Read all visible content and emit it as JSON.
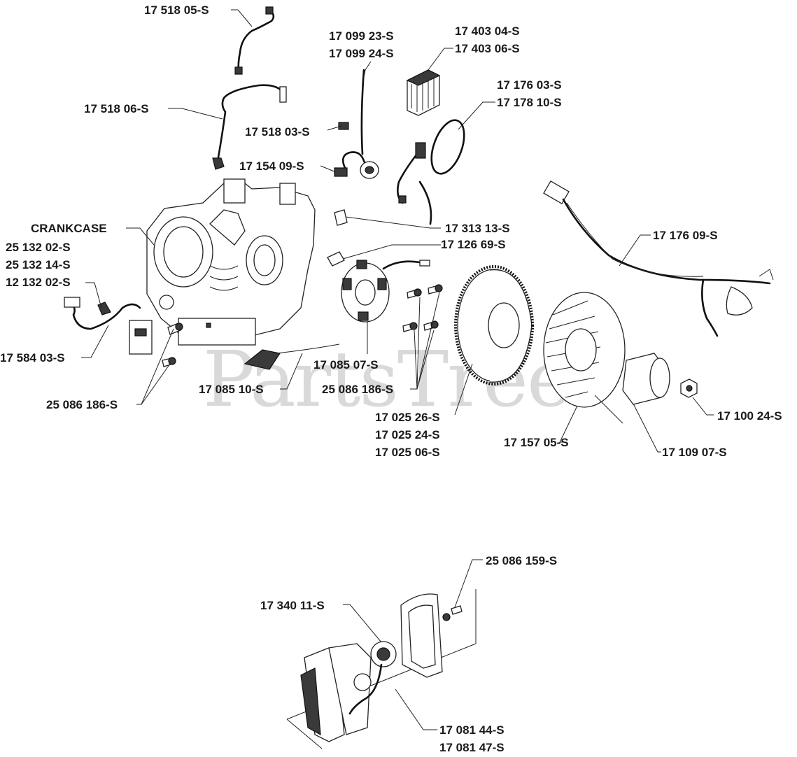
{
  "watermark": "PartsTree",
  "labels": [
    "17 518 05-S",
    "17 099 23-S",
    "17 099 24-S",
    "17 403 04-S",
    "17 403 06-S",
    "17 176 03-S",
    "17 178 10-S",
    "17 518 06-S",
    "17 518 03-S",
    "17 154 09-S",
    "CRANKCASE",
    "25 132 02-S",
    "25 132 14-S",
    "12 132 02-S",
    "17 313 13-S",
    "17 126 69-S",
    "17 176 09-S",
    "17 584 03-S",
    "17 085 07-S",
    "17 085 10-S",
    "25 086 186-S",
    "25 086 186-S",
    "17 025 26-S",
    "17 025 24-S",
    "17 025 06-S",
    "17 157 05-S",
    "17 109 07-S",
    "17 100 24-S",
    "25 086 159-S",
    "17 340 11-S",
    "17 081 44-S",
    "17 081 47-S"
  ]
}
